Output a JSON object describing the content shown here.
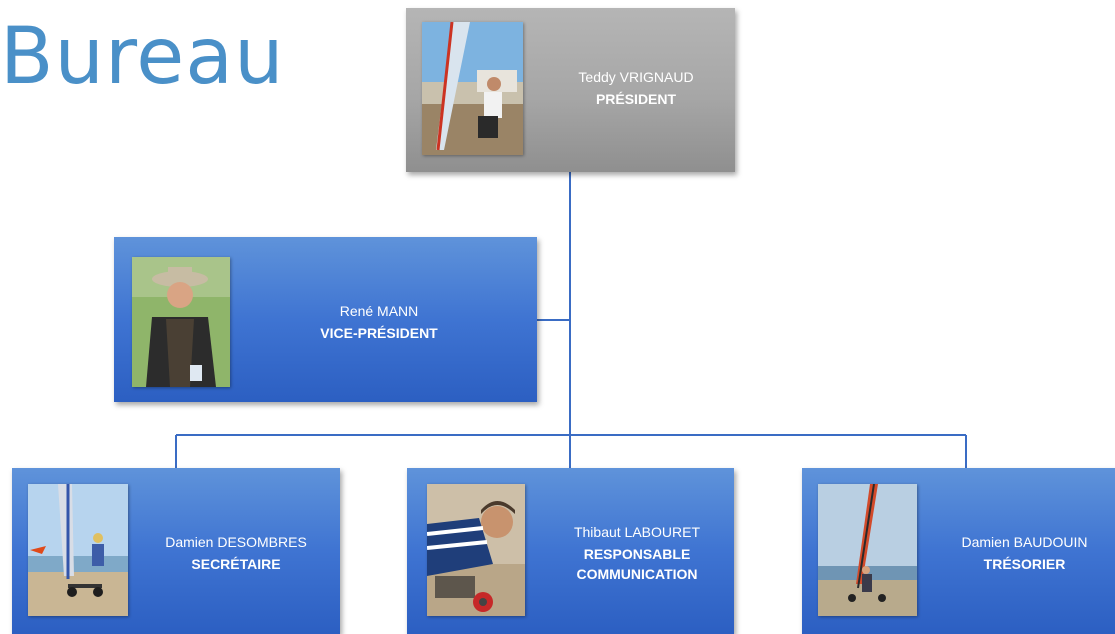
{
  "page": {
    "title": "Bureau"
  },
  "nodes": {
    "president": {
      "name": "Teddy VRIGNAUD",
      "role": "PRÉSIDENT",
      "photo_icon": "windsurfer-photo"
    },
    "vice_president": {
      "name": "René MANN",
      "role": "VICE-PRÉSIDENT",
      "photo_icon": "man-with-hat-photo"
    },
    "secretary": {
      "name": "Damien DESOMBRES",
      "role": "SECRÉTAIRE",
      "photo_icon": "speed-sail-photo"
    },
    "communication": {
      "name": "Thibaut LABOURET",
      "role": "RESPONSABLE COMMUNICATION",
      "photo_icon": "mechanic-photo"
    },
    "treasurer": {
      "name": "Damien BAUDOUIN",
      "role": "TRÉSORIER",
      "photo_icon": "beach-sail-photo"
    }
  },
  "colors": {
    "title": "#4a90c8",
    "connector": "#3a6cc4",
    "president_box": "#a6a6a6",
    "member_box": "#3f74d2"
  }
}
